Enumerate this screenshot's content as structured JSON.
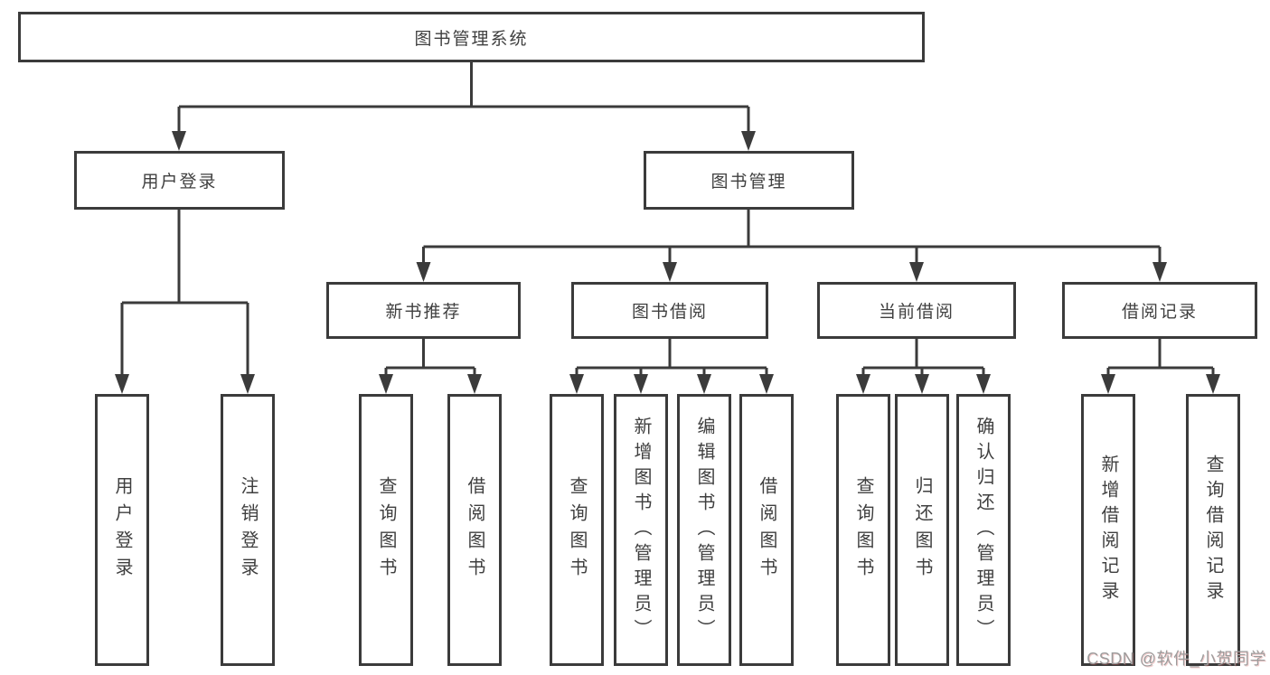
{
  "tree": {
    "root": {
      "label": "图书管理系统",
      "children": [
        {
          "label": "用户登录",
          "children": [
            {
              "label": "用户登录"
            },
            {
              "label": "注销登录"
            }
          ]
        },
        {
          "label": "图书管理",
          "children": [
            {
              "label": "新书推荐",
              "children": [
                {
                  "label": "查询图书"
                },
                {
                  "label": "借阅图书"
                }
              ]
            },
            {
              "label": "图书借阅",
              "children": [
                {
                  "label": "查询图书"
                },
                {
                  "label": "新增图书（管理员）"
                },
                {
                  "label": "编辑图书（管理员）"
                },
                {
                  "label": "借阅图书"
                }
              ]
            },
            {
              "label": "当前借阅",
              "children": [
                {
                  "label": "查询图书"
                },
                {
                  "label": "归还图书"
                },
                {
                  "label": "确认归还（管理员）"
                }
              ]
            },
            {
              "label": "借阅记录",
              "children": [
                {
                  "label": "新增借阅记录"
                },
                {
                  "label": "查询借阅记录"
                }
              ]
            }
          ]
        }
      ]
    }
  },
  "watermark": {
    "text": "CSDN @软件_小贺同学"
  },
  "colors": {
    "line": "#3b3b3b",
    "box_border": "#3b3b3b",
    "text": "#3f3f3f",
    "background": "#ffffff",
    "watermark": "#9c9c9c"
  }
}
